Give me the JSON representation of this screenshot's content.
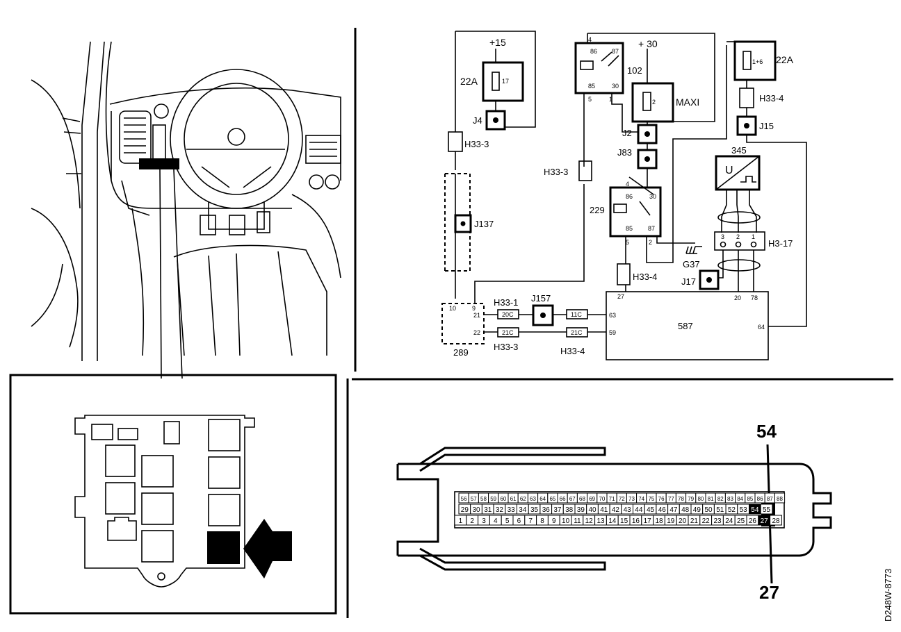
{
  "labels": {
    "plus15": "+15",
    "fuse22a_left": "22A",
    "fuse17": "17",
    "j4": "J4",
    "h33_3_top": "H33-3",
    "j137": "J137",
    "n289": "289",
    "h33_1": "H33-1",
    "j157": "J157",
    "h33_3_bottom": "H33-3",
    "h33_4_bottom": "H33-4",
    "n102": "102",
    "plus30": "+ 30",
    "maxi": "MAXI",
    "fuse2": "2",
    "j2": "J2",
    "j83": "J83",
    "h33_3_mid": "H33-3",
    "n229": "229",
    "h33_4_mid": "H33-4",
    "g37": "G37",
    "j17": "J17",
    "n587": "587",
    "fuse22a_right": "22A",
    "fuse1_6": "1+6",
    "h33_4_top": "H33-4",
    "j15": "J15",
    "n345": "345",
    "u_symbol": "U",
    "h3_17": "H3-17",
    "connector_54": "54",
    "connector_27": "27",
    "doc_code": "D248W-8773"
  },
  "pin_labels": {
    "relay102": [
      "86",
      "87",
      "85",
      "30",
      "4",
      "5",
      "1"
    ],
    "relay229": [
      "86",
      "30",
      "85",
      "87",
      "4",
      "5",
      "2"
    ],
    "module289": [
      "10",
      "9",
      "21",
      "22"
    ],
    "module587": [
      "27",
      "63",
      "59",
      "20",
      "78",
      "64"
    ],
    "h33_1_pins": "20C",
    "h33_3_pins": "21C",
    "h33_4_pins_a": "11C",
    "h33_4_pins_b": "21C",
    "h3_17_pins": [
      "3",
      "2",
      "1"
    ]
  },
  "connector_rows": {
    "top": [
      "56",
      "57",
      "58",
      "59",
      "60",
      "61",
      "62",
      "63",
      "64",
      "65",
      "66",
      "67",
      "68",
      "69",
      "70",
      "71",
      "72",
      "73",
      "74",
      "75",
      "76",
      "77",
      "78",
      "79",
      "80",
      "81",
      "82",
      "83",
      "84",
      "85",
      "86",
      "87",
      "88"
    ],
    "middle": [
      "29",
      "30",
      "31",
      "32",
      "33",
      "34",
      "35",
      "36",
      "37",
      "38",
      "39",
      "40",
      "41",
      "42",
      "43",
      "44",
      "45",
      "46",
      "47",
      "48",
      "49",
      "50",
      "51",
      "52",
      "53",
      "54",
      "55"
    ],
    "bottom": [
      "1",
      "2",
      "3",
      "4",
      "5",
      "6",
      "7",
      "8",
      "9",
      "10",
      "11",
      "12",
      "13",
      "14",
      "15",
      "16",
      "17",
      "18",
      "19",
      "20",
      "21",
      "22",
      "23",
      "24",
      "25",
      "26",
      "27",
      "28"
    ]
  }
}
